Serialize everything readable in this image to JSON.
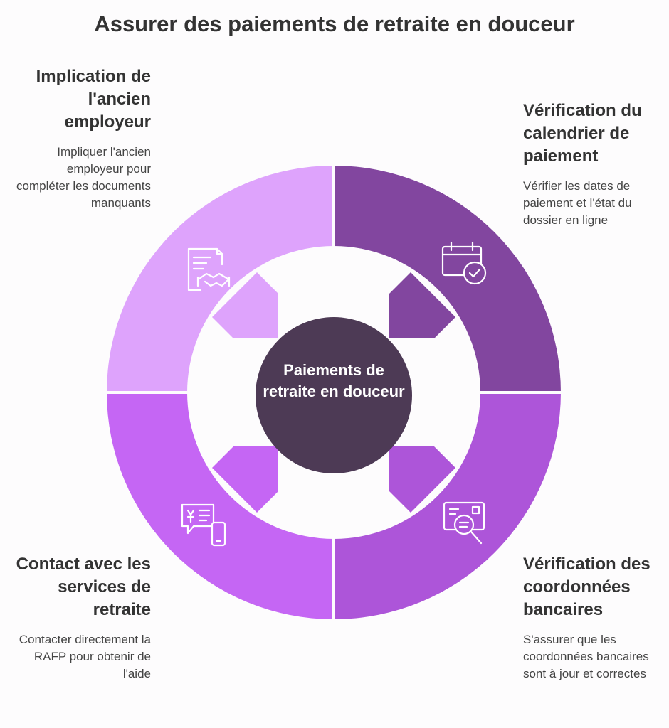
{
  "title": "Assurer des paiements de retraite en douceur",
  "center": {
    "label": "Paiements de retraite en douceur"
  },
  "colors": {
    "top_left": "#dea3fc",
    "top_right": "#82469f",
    "bottom_left": "#c566f4",
    "bottom_right": "#ad55d9",
    "center": "#4d3a55"
  },
  "quadrants": [
    {
      "position": "top-left",
      "heading": "Implication de l'ancien employeur",
      "description": "Impliquer l'ancien employeur pour compléter les documents manquants",
      "icon": "handshake-document-icon"
    },
    {
      "position": "top-right",
      "heading": "Vérification du calendrier de paiement",
      "description": "Vérifier les dates de paiement et l'état du dossier en ligne",
      "icon": "calendar-check-icon"
    },
    {
      "position": "bottom-left",
      "heading": "Contact avec les services de retraite",
      "description": "Contacter directement la RAFP pour obtenir de l'aide",
      "icon": "chat-phone-icon"
    },
    {
      "position": "bottom-right",
      "heading": "Vérification des coordonnées bancaires",
      "description": "S'assurer que les coordonnées bancaires sont à jour et correctes",
      "icon": "card-search-icon"
    }
  ]
}
